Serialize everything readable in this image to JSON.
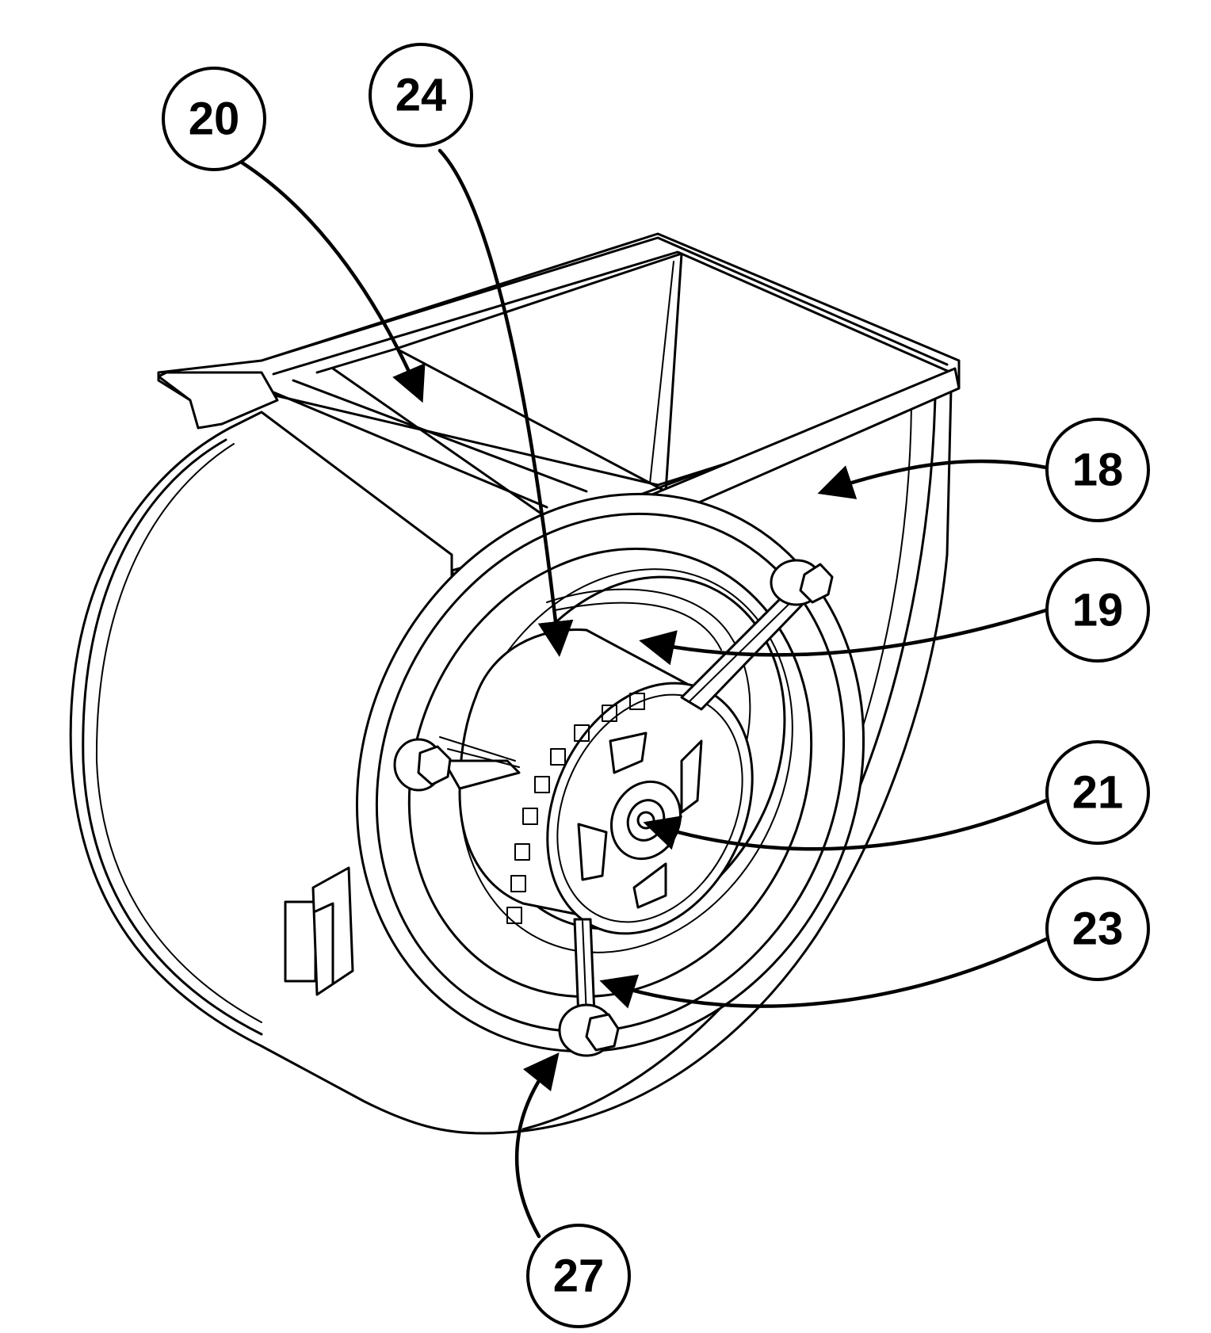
{
  "figure": {
    "callouts": [
      {
        "id": "c20",
        "label": "20"
      },
      {
        "id": "c24",
        "label": "24"
      },
      {
        "id": "c18",
        "label": "18"
      },
      {
        "id": "c19",
        "label": "19"
      },
      {
        "id": "c21",
        "label": "21"
      },
      {
        "id": "c23",
        "label": "23"
      },
      {
        "id": "c27",
        "label": "27"
      }
    ]
  }
}
